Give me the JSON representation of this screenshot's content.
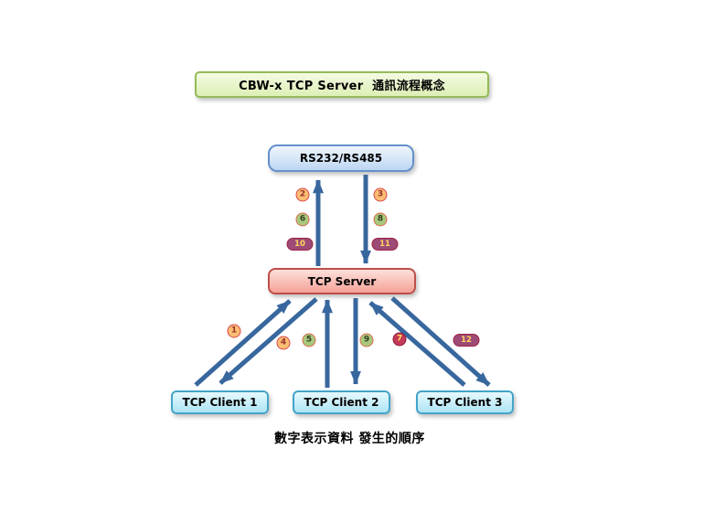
{
  "diagram": {
    "title": "CBW-x TCP Server  通訊流程概念",
    "caption": "數字表示資料 發生的順序",
    "nodes": {
      "serial": {
        "label": "RS232/RS485"
      },
      "server": {
        "label": "TCP Server"
      },
      "client1": {
        "label": "TCP Client 1"
      },
      "client2": {
        "label": "TCP Client 2"
      },
      "client3": {
        "label": "TCP Client 3"
      }
    },
    "steps": {
      "s1": "1",
      "s2": "2",
      "s3": "3",
      "s4": "4",
      "s5": "5",
      "s6": "6",
      "s7": "7",
      "s8": "8",
      "s9": "9",
      "s10": "10",
      "s11": "11",
      "s12": "12"
    },
    "colors": {
      "arrow": "#38679e",
      "title_fill": "#e4f3c2",
      "title_border": "#94ba58",
      "serial_fill": "#c9ddf5",
      "serial_border": "#6591cb",
      "server_fill": "#f8afa8",
      "server_border": "#bf4e4a",
      "client_fill": "#bce9f6",
      "client_border": "#43a4c8",
      "badge_orange_fill": "#fbbd72",
      "badge_green_fill": "#a8c87e",
      "badge_crimson_fill": "#c23a57",
      "badge_pill_fill": "#9d4a77",
      "badge_red_border": "#d9464a",
      "badge_yellow_text": "#ffd95e"
    }
  }
}
